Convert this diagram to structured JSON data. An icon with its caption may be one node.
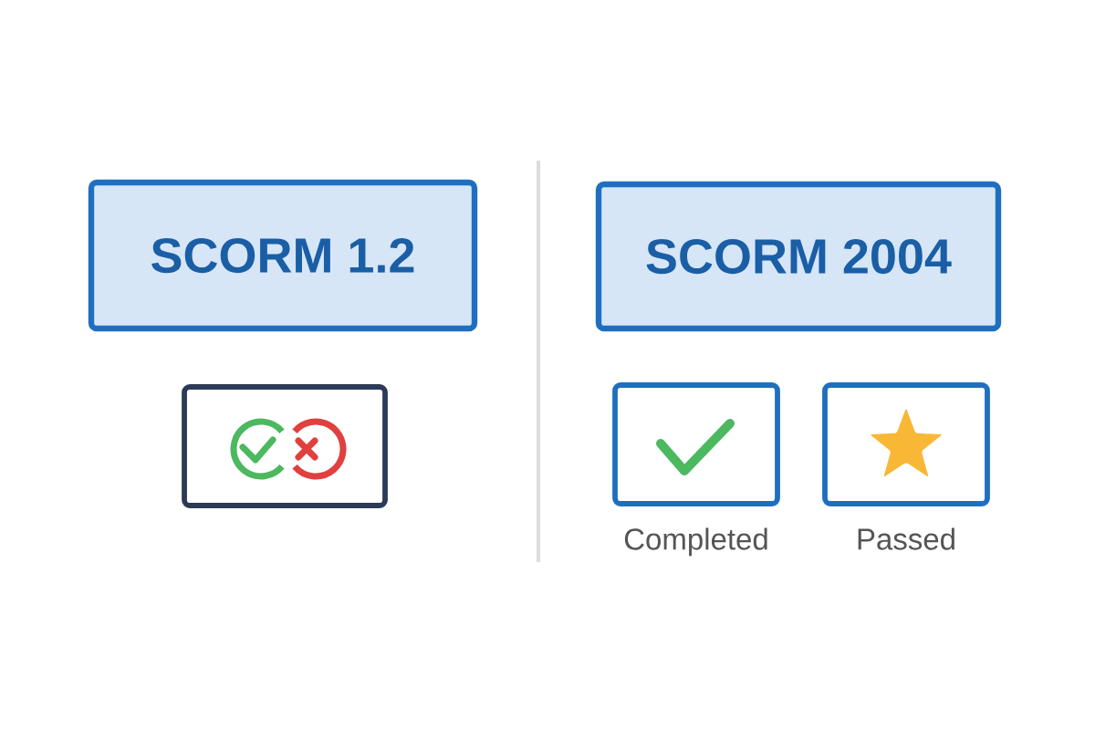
{
  "diagram": {
    "nodes": [
      {
        "text": [
          "SCORM 1.2"
        ]
      },
      {
        "text": [],
        "shape": "box"
      },
      {
        "text": [
          "SCORM 2004"
        ]
      },
      {
        "text": [],
        "shape": "box",
        "beside": [
          "Completed"
        ]
      },
      {
        "text": [],
        "shape": "box",
        "beside": [
          "Passed"
        ]
      }
    ]
  }
}
